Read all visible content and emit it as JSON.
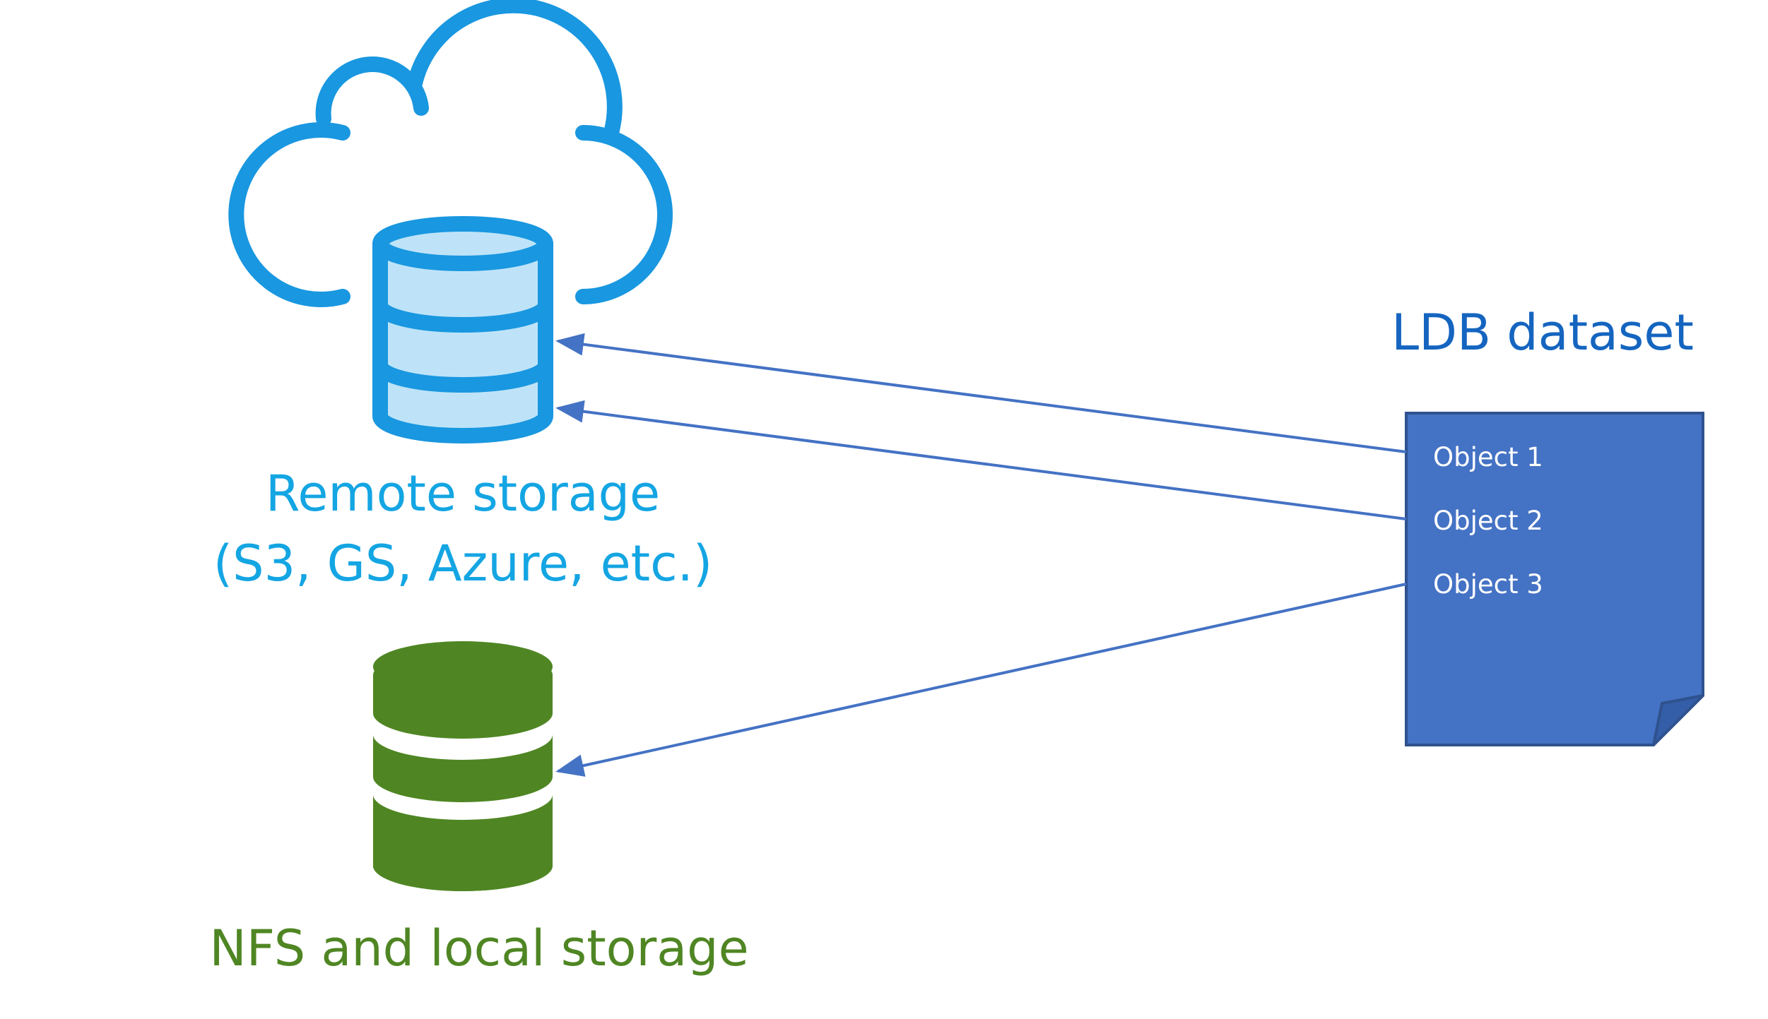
{
  "colors": {
    "remote_stroke": "#1997E0",
    "remote_fill": "#BEE3F8",
    "remote_text": "#14A5E3",
    "nfs": "#4F8623",
    "ldb_text": "#1565C0",
    "doc_fill": "#4472C4",
    "doc_stroke": "#2F528F",
    "doc_fold": "#355EA8",
    "object_text": "#FFFFFF",
    "arrow": "#4472C4"
  },
  "icons": {
    "cloud": "cloud-icon",
    "remote_db": "database-icon",
    "local_db": "database-icon",
    "document": "document-icon"
  },
  "remote_storage": {
    "line1": "Remote storage",
    "line2": "(S3, GS, Azure, etc.)"
  },
  "local_storage": {
    "label": "NFS and local storage"
  },
  "dataset": {
    "title": "LDB dataset",
    "objects": [
      "Object 1",
      "Object 2",
      "Object 3"
    ]
  },
  "links": [
    {
      "from": "Object 1",
      "to": "Remote storage"
    },
    {
      "from": "Object 2",
      "to": "Remote storage"
    },
    {
      "from": "Object 3",
      "to": "NFS and local storage"
    }
  ]
}
